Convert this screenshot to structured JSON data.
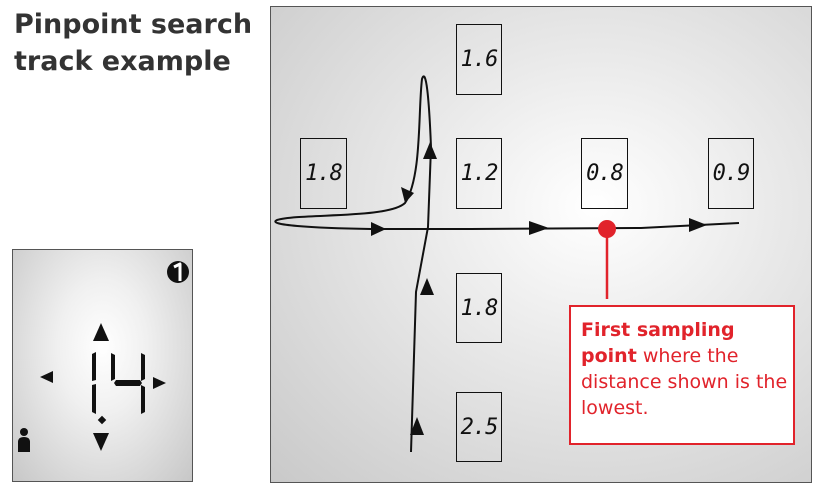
{
  "title": [
    "Pinpoint search",
    "track example"
  ],
  "device": {
    "reading": "1.4",
    "icons": [
      "number-one-badge-icon",
      "arrow-up-icon",
      "arrow-down-icon",
      "arrow-left-icon",
      "arrow-right-icon",
      "person-icon"
    ]
  },
  "readings": [
    "1.6",
    "1.8",
    "1.2",
    "0.8",
    "0.9",
    "1.8",
    "2.5"
  ],
  "callout": {
    "bold_text": "First sampling point",
    "rest_text": " where the distance shown is the lowest."
  },
  "colors": {
    "accent": "#e1232b",
    "text": "#333333",
    "line": "#111111"
  }
}
